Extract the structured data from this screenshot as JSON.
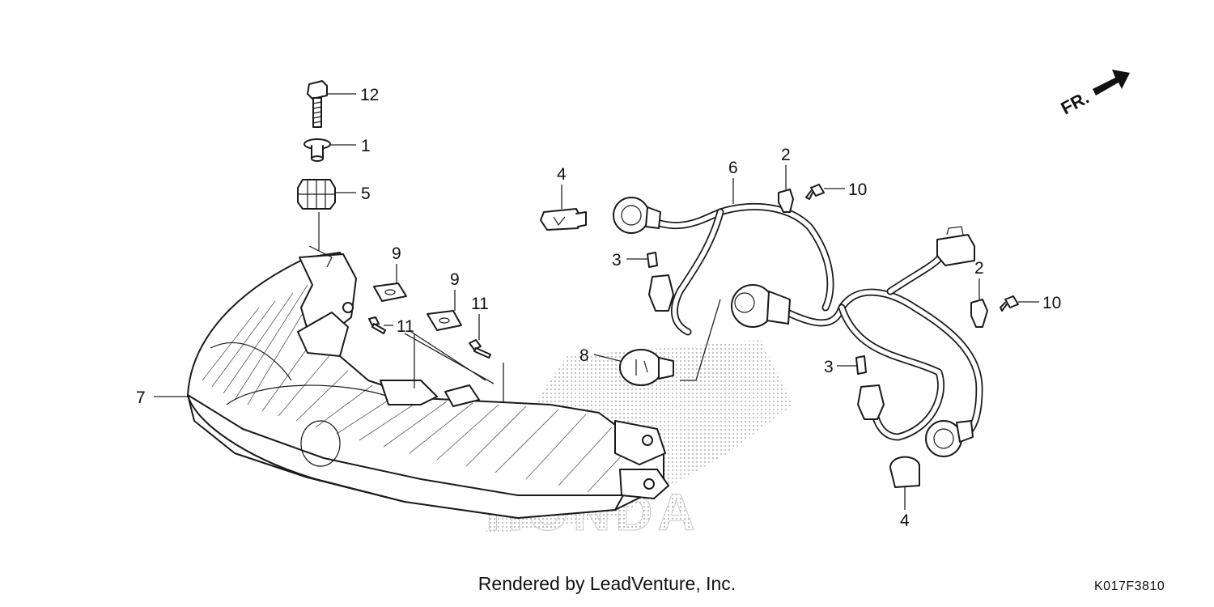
{
  "diagram": {
    "watermark": "HONDA",
    "direction_label": "FR.",
    "credit": "Rendered by LeadVenture, Inc.",
    "diagram_code": "K017F3810",
    "callouts": [
      {
        "id": "c12",
        "label": "12"
      },
      {
        "id": "c1",
        "label": "1"
      },
      {
        "id": "c5",
        "label": "5"
      },
      {
        "id": "c9a",
        "label": "9"
      },
      {
        "id": "c9b",
        "label": "9"
      },
      {
        "id": "c11a",
        "label": "11"
      },
      {
        "id": "c11b",
        "label": "11"
      },
      {
        "id": "c7",
        "label": "7"
      },
      {
        "id": "c4a",
        "label": "4"
      },
      {
        "id": "c6",
        "label": "6"
      },
      {
        "id": "c2a",
        "label": "2"
      },
      {
        "id": "c10a",
        "label": "10"
      },
      {
        "id": "c3a",
        "label": "3"
      },
      {
        "id": "c8",
        "label": "8"
      },
      {
        "id": "c2b",
        "label": "2"
      },
      {
        "id": "c10b",
        "label": "10"
      },
      {
        "id": "c3b",
        "label": "3"
      },
      {
        "id": "c4b",
        "label": "4"
      }
    ]
  }
}
